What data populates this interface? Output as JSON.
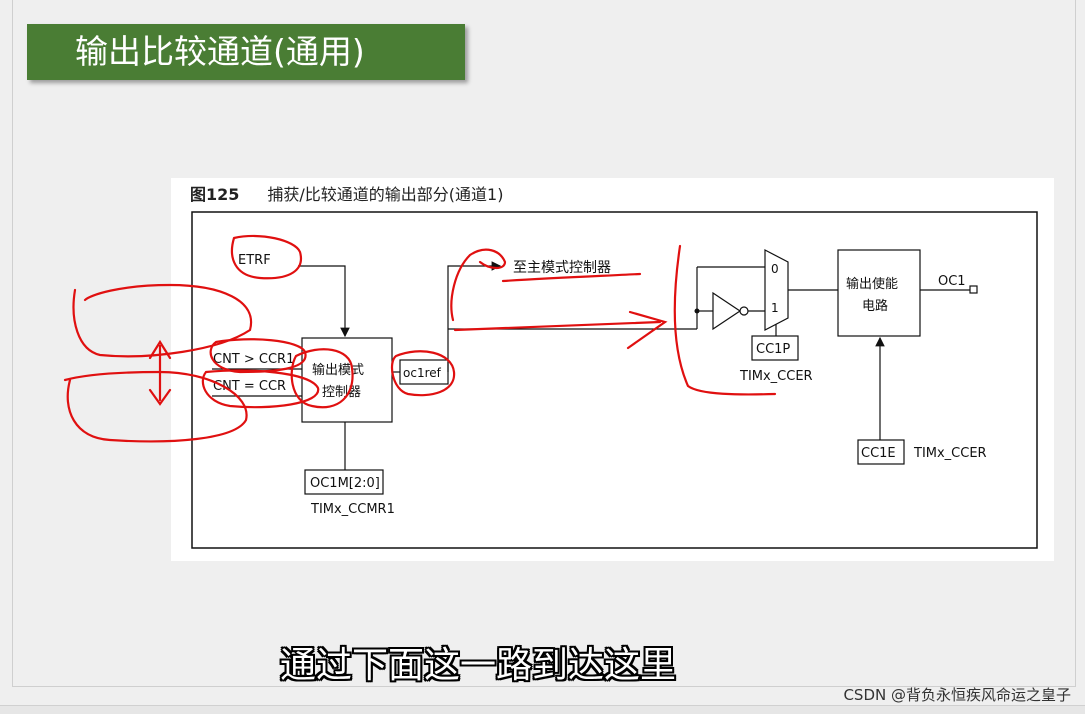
{
  "slide": {
    "title": "输出比较通道(通用)",
    "subtitle": "通过下面这一路到达这里",
    "watermark": "CSDN @背负永恒疾风命运之皇子"
  },
  "figure": {
    "number": "图125",
    "caption": "捕获/比较通道的输出部分(通道1)",
    "labels": {
      "etrf": "ETRF",
      "cnt_gt": "CNT > CCR1",
      "cnt_eq": "CNT = CCR",
      "mode_ctrl_line1": "输出模式",
      "mode_ctrl_line2": "控制器",
      "oc1ref": "oc1ref",
      "to_master": "至主模式控制器",
      "oc1m": "OC1M[2:0]",
      "timx_ccmr1": "TIMx_CCMR1",
      "mux_0": "0",
      "mux_1": "1",
      "cc1p": "CC1P",
      "timx_ccer_1": "TIMx_CCER",
      "enable_line1": "输出使能",
      "enable_line2": "电路",
      "oc1": "OC1",
      "cc1e": "CC1E",
      "timx_ccer_2": "TIMx_CCER"
    }
  },
  "colors": {
    "title_bg": "#4a7d34",
    "annotation": "#e01010",
    "line": "#111111"
  }
}
